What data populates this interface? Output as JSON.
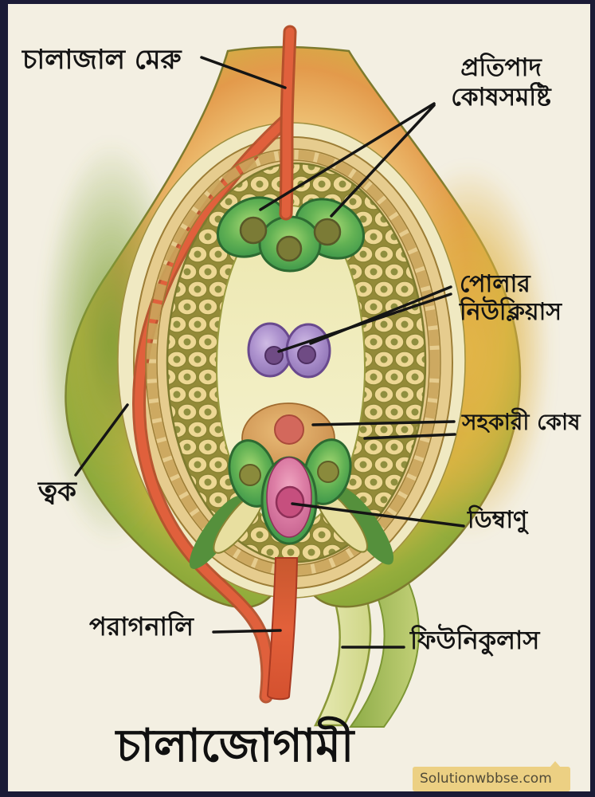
{
  "figure": {
    "title": "চালাজোগামী",
    "watermark": "Solutionwbbse.com",
    "labels": {
      "chalazal_pole": "চালাজাল মেরু",
      "antipodal_line1": "প্রতিপাদ",
      "antipodal_line2": "কোষসমষ্টি",
      "polar_line1": "পোলার",
      "polar_line2": "নিউক্লিয়াস",
      "synergid_cell": "সহকারী কোষ",
      "egg_cell": "ডিম্বাণু",
      "integument": "ত্বক",
      "pollen_tube": "পরাগনালি",
      "funiculus": "ফিউনিকুলাস"
    },
    "colors": {
      "background_cream": "#f3efe2",
      "frame_navy": "#1b1b36",
      "pollen_tube_red": "#e2603a",
      "integument_green": "#8fae3e",
      "integument_orange": "#e39a4b",
      "nucellus_tan": "#edd794",
      "antipodal_green": "#55a84f",
      "polar_purple": "#ad92ce",
      "central_cell_orange": "#cc8f4f",
      "egg_pink": "#d7799f",
      "funiculus_yellow": "#e3e5a9",
      "watermark_bg": "#ecd083"
    }
  }
}
